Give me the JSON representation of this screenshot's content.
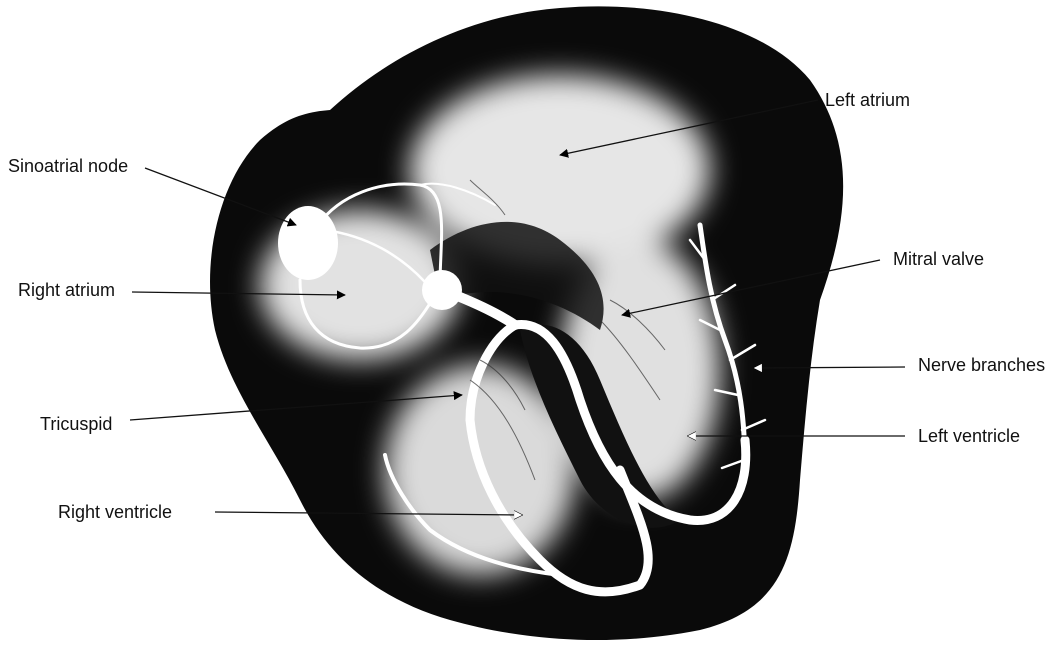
{
  "diagram": {
    "labels": {
      "left_atrium": "Left atrium",
      "sinoatrial_node": "Sinoatrial node",
      "right_atrium": "Right atrium",
      "mitral_valve": "Mitral valve",
      "nerve_branches": "Nerve branches",
      "tricuspid": "Tricuspid",
      "left_ventricle": "Left ventricle",
      "right_ventricle": "Right ventricle"
    },
    "colors": {
      "heart": "#0a0a0a",
      "chamber": "#e9e9e9",
      "conduction": "#ffffff",
      "leader_line": "#111111",
      "background": "#ffffff"
    }
  }
}
